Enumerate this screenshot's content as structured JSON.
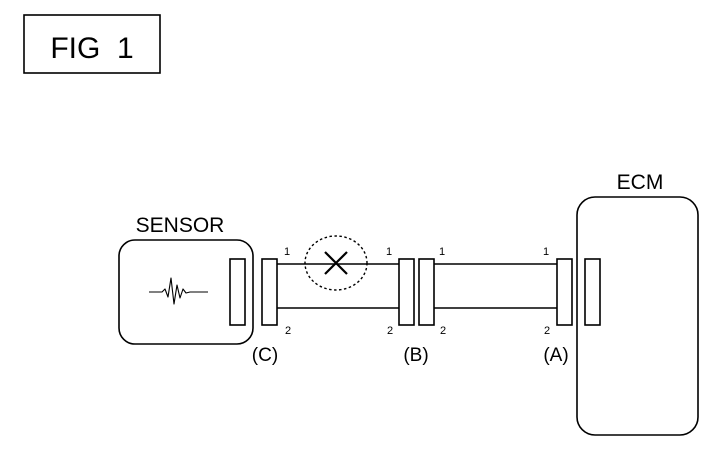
{
  "figure": {
    "title": "FIG  1"
  },
  "components": {
    "sensor": {
      "label": "SENSOR"
    },
    "ecm": {
      "label": "ECM"
    }
  },
  "connectors": {
    "c": {
      "label": "(C)",
      "pin_top": "1",
      "pin_bottom": "2"
    },
    "b_left": {
      "pin_top": "1",
      "pin_bottom": "2"
    },
    "b": {
      "label": "(B)",
      "pin_top": "1",
      "pin_bottom": "2"
    },
    "a": {
      "label": "(A)",
      "pin_top": "1",
      "pin_bottom": "2"
    }
  },
  "colors": {
    "line": "#000000",
    "background": "#ffffff"
  }
}
